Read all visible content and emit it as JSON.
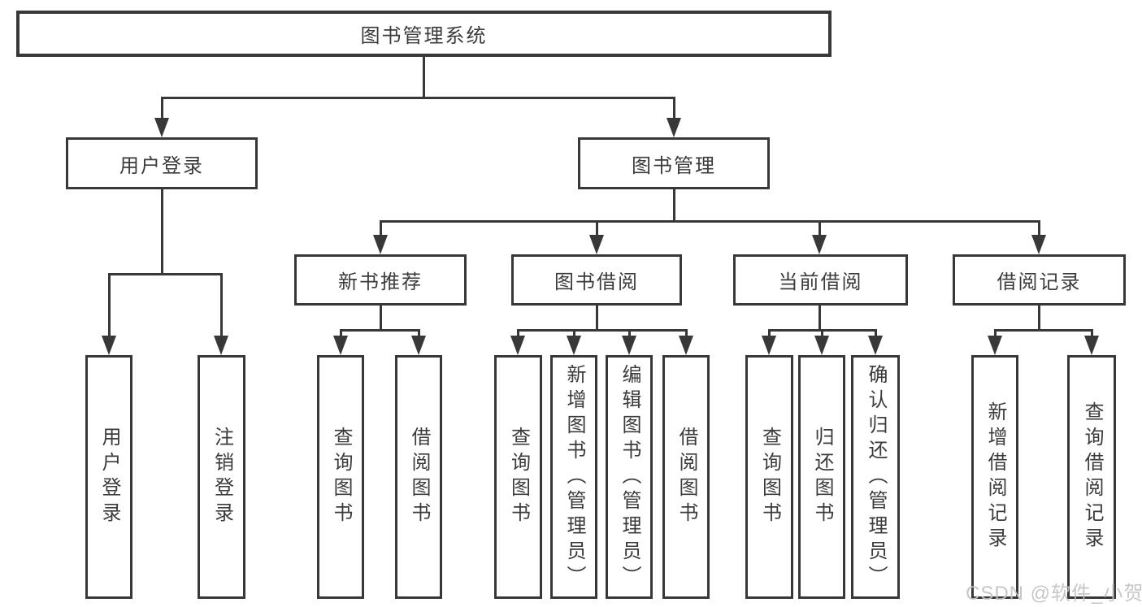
{
  "nodes": {
    "root": "图书管理系统",
    "user_login": "用户登录",
    "book_mgmt": "图书管理",
    "ul_login": "用户登录",
    "ul_logout": "注销登录",
    "new_book_rec": "新书推荐",
    "book_borrow": "图书借阅",
    "current_borrow": "当前借阅",
    "borrow_record": "借阅记录",
    "nbr_query": "查询图书",
    "nbr_borrow": "借阅图书",
    "bb_query": "查询图书",
    "bb_add": "新增图书（管理员）",
    "bb_edit": "编辑图书（管理员）",
    "bb_borrow": "借阅图书",
    "cb_query": "查询图书",
    "cb_return": "归还图书",
    "cb_confirm": "确认归还（管理员）",
    "br_add": "新增借阅记录",
    "br_query": "查询借阅记录"
  },
  "watermark": "CSDN @软件_小贺同学",
  "colors": {
    "line": "#383838",
    "text": "#3b3b3b",
    "box_background": "#ffffff",
    "page_background": "#ffffff",
    "watermark": "#c3c3c3"
  }
}
